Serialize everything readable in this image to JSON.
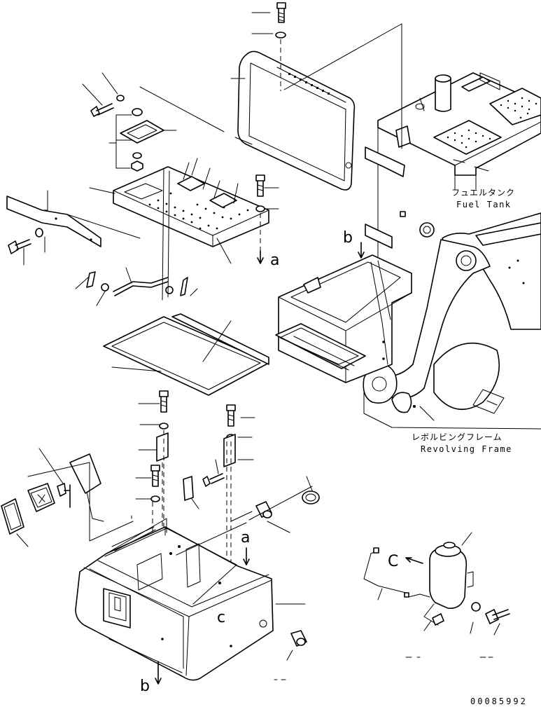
{
  "labels": {
    "fuel_tank_jp": "フュエルタンク",
    "fuel_tank_en": "Fuel Tank",
    "revolving_frame_jp": "レボルビングフレーム",
    "revolving_frame_en": "Revolving Frame"
  },
  "refs": {
    "a_top": "a",
    "b_top": "b",
    "a_bottom": "a",
    "b_bottom": "b",
    "c_box": "c",
    "c_arrow": "C"
  },
  "drawing_code": "00085992"
}
